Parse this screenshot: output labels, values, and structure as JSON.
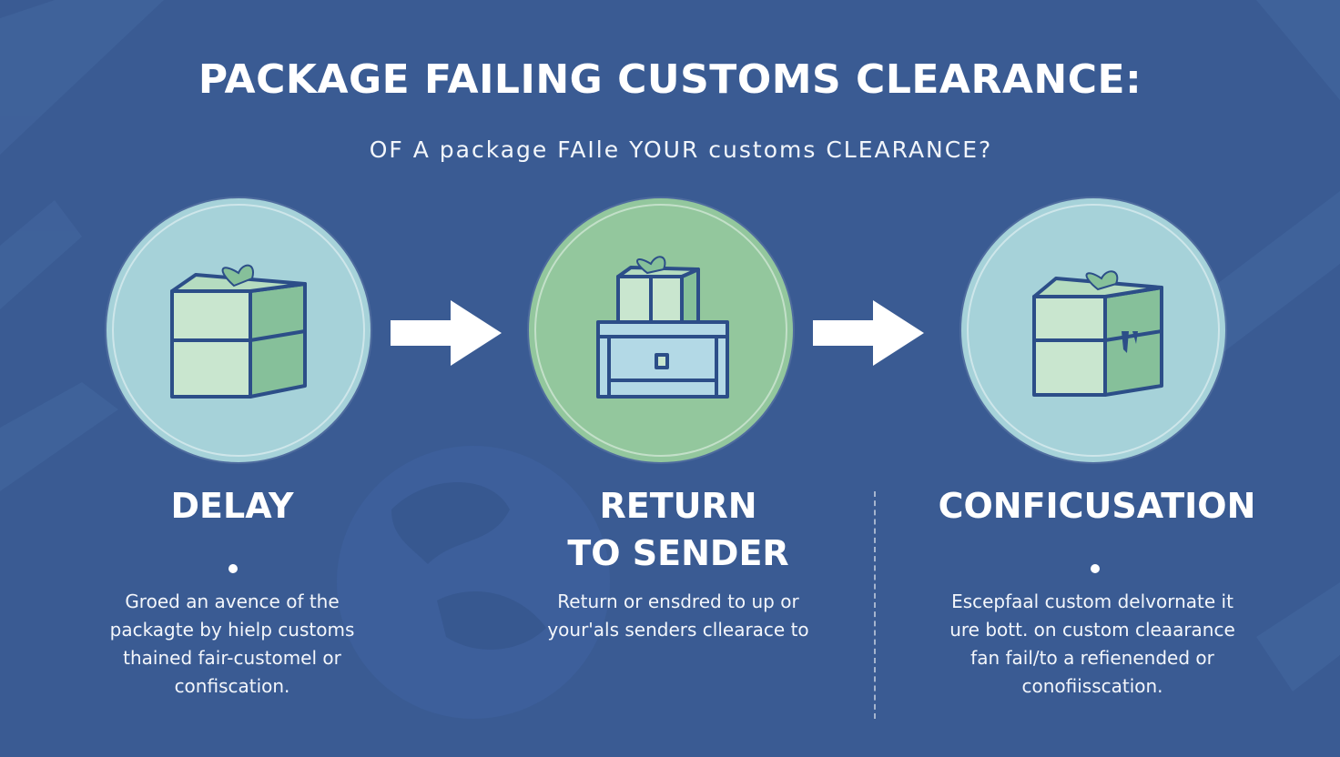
{
  "title": "PACKAGE FAILING CUSTOMS CLEARANCE:",
  "subtitle": "OF A packagе FAIle YOUR customs CLEARANCE?",
  "colors": {
    "background": "#3a5b93",
    "circle_teal": "#a6d2d9",
    "circle_green": "#93c79d",
    "box_outline": "#2c4e88",
    "box_light": "#c9e6cf",
    "box_shade": "#86c09a"
  },
  "steps": [
    {
      "heading": "DELAY",
      "icon": "gift-box-icon",
      "lines": [
        "Groed an avence of the",
        "packagte by hielp customs",
        "thained fair-customel or",
        "confiscation."
      ]
    },
    {
      "heading_lines": [
        "RETURN",
        "TO SENDER"
      ],
      "icon": "box-on-crate-icon",
      "lines": [
        "Return or ensdred to up or",
        "your'als senders cllearace to"
      ]
    },
    {
      "heading": "CONFICUSATION",
      "icon": "damaged-box-icon",
      "lines": [
        "Escepfaal custom delvornate it",
        "ure bott. on custom cleaarance",
        "fan fail/to a refienended or",
        "conofiisscation."
      ]
    }
  ]
}
